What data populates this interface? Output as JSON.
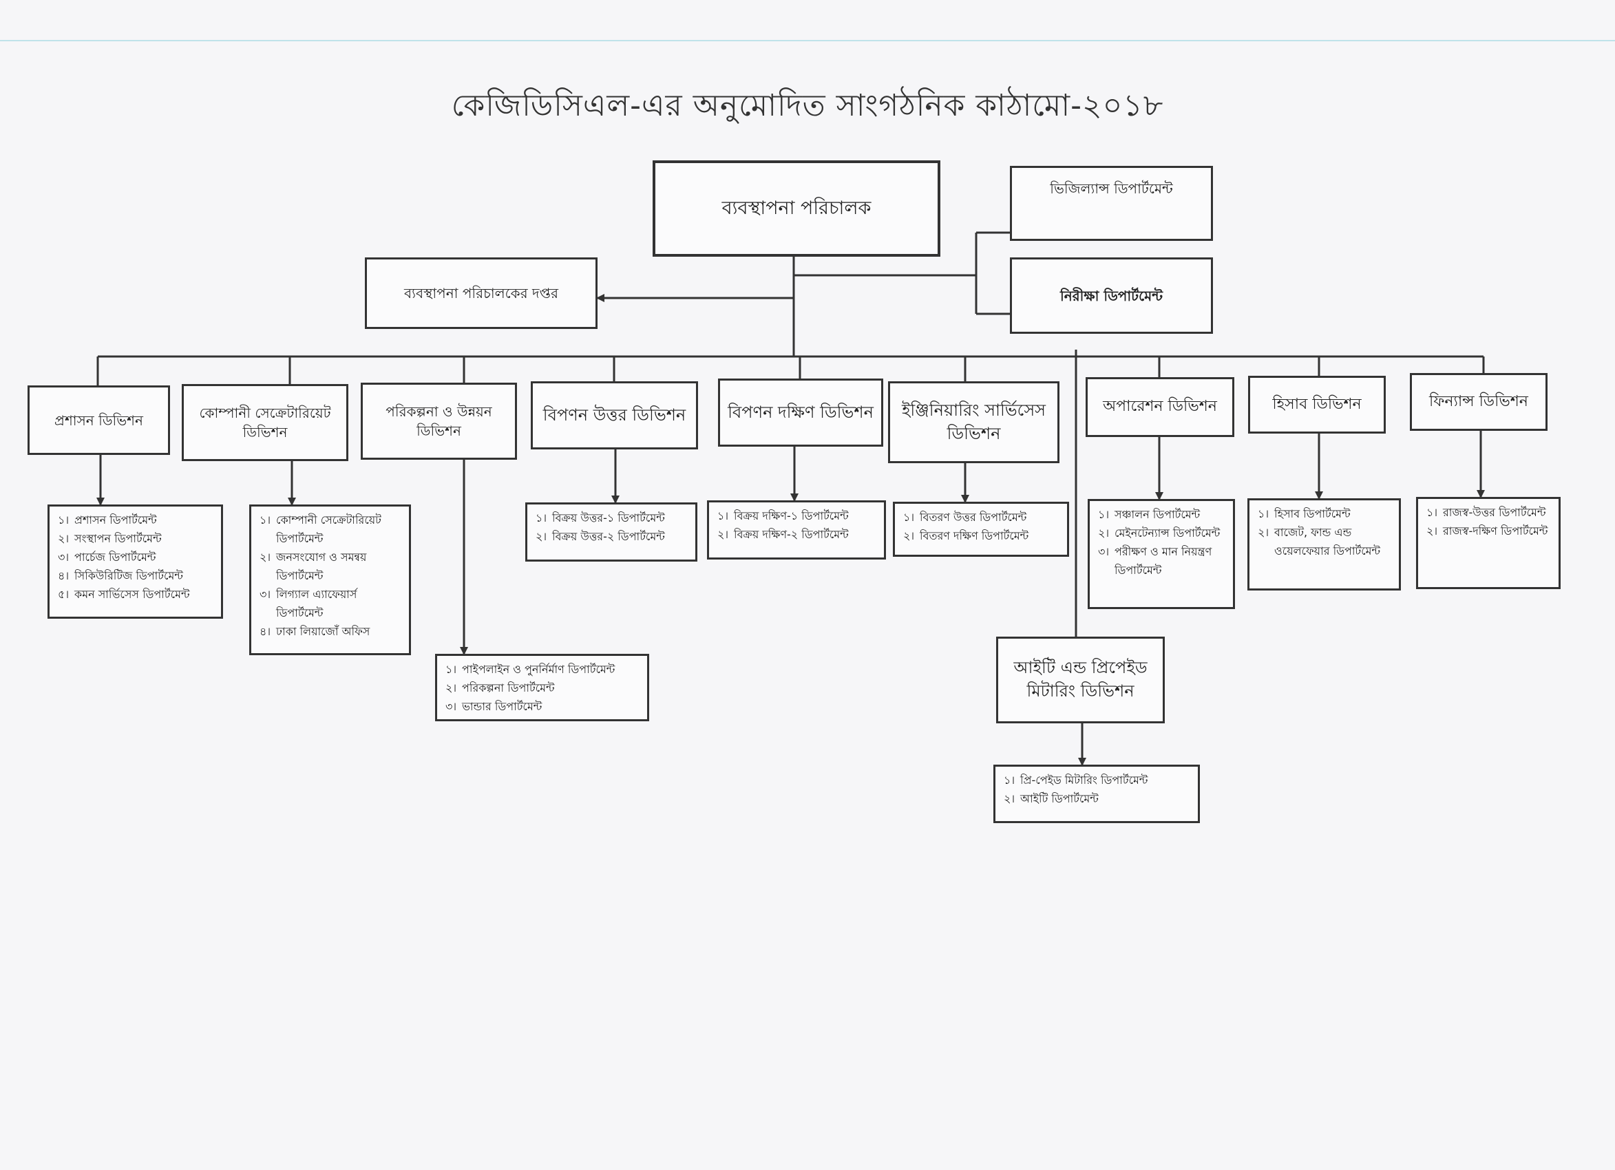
{
  "title": "কেজিডিসিএল-এর অনুমোদিত সাংগঠনিক কাঠামো-২০১৮",
  "managing_director": "ব্যবস্থাপনা পরিচালক",
  "md_office": "ব্যবস্থাপনা পরিচালকের দপ্তর",
  "vigilance": "ভিজিল্যান্স ডিপার্টমেন্ট",
  "audit": "নিরীক্ষা ডিপার্টমেন্ট",
  "divisions": [
    {
      "name": "প্রশাসন ডিভিশন",
      "departments": [
        {
          "num": "১।",
          "text": "প্রশাসন ডিপার্টমেন্ট"
        },
        {
          "num": "২।",
          "text": "সংস্থাপন ডিপার্টমেন্ট"
        },
        {
          "num": "৩।",
          "text": "পার্চেজ ডিপার্টমেন্ট"
        },
        {
          "num": "৪।",
          "text": "সিকিউরিটিজ ডিপার্টমেন্ট"
        },
        {
          "num": "৫।",
          "text": "কমন সার্ভিসেস ডিপার্টমেন্ট"
        }
      ]
    },
    {
      "name": "কোম্পানী সেক্রেটারিয়েট ডিভিশন",
      "departments": [
        {
          "num": "১।",
          "text": "কোম্পানী সেক্রেটারিয়েট ডিপার্টমেন্ট"
        },
        {
          "num": "২।",
          "text": "জনসংযোগ ও সমন্বয় ডিপার্টমেন্ট"
        },
        {
          "num": "৩।",
          "text": "লিগ্যাল এ্যাফেয়ার্স ডিপার্টমেন্ট"
        },
        {
          "num": "৪।",
          "text": "ঢাকা লিয়াজোঁ অফিস"
        }
      ]
    },
    {
      "name": "পরিকল্পনা ও উন্নয়ন ডিভিশন",
      "departments": [
        {
          "num": "১।",
          "text": "পাইপলাইন ও পুনর্নির্মাণ ডিপার্টমেন্ট"
        },
        {
          "num": "২।",
          "text": "পরিকল্পনা ডিপার্টমেন্ট"
        },
        {
          "num": "৩।",
          "text": "ভান্ডার ডিপার্টমেন্ট"
        }
      ]
    },
    {
      "name": "বিপণন উত্তর ডিভিশন",
      "departments": [
        {
          "num": "১।",
          "text": "বিক্রয় উত্তর-১ ডিপার্টমেন্ট"
        },
        {
          "num": "২।",
          "text": "বিক্রয় উত্তর-২ ডিপার্টমেন্ট"
        }
      ]
    },
    {
      "name": "বিপণন দক্ষিণ ডিভিশন",
      "departments": [
        {
          "num": "১।",
          "text": "বিক্রয় দক্ষিণ-১ ডিপার্টমেন্ট"
        },
        {
          "num": "২।",
          "text": "বিক্রয় দক্ষিণ-২ ডিপার্টমেন্ট"
        }
      ]
    },
    {
      "name": "ইঞ্জিনিয়ারিং সার্ভিসেস ডিভিশন",
      "departments": [
        {
          "num": "১।",
          "text": "বিতরণ উত্তর ডিপার্টমেন্ট"
        },
        {
          "num": "২।",
          "text": "বিতরণ দক্ষিণ ডিপার্টমেন্ট"
        }
      ]
    },
    {
      "name": "অপারেশন ডিভিশন",
      "departments": [
        {
          "num": "১।",
          "text": "সঞ্চালন ডিপার্টমেন্ট"
        },
        {
          "num": "২।",
          "text": "মেইনটেন্যান্স ডিপার্টমেন্ট"
        },
        {
          "num": "৩।",
          "text": "পরীক্ষণ ও মান নিয়ন্ত্রণ ডিপার্টমেন্ট"
        }
      ]
    },
    {
      "name": "হিসাব ডিভিশন",
      "departments": [
        {
          "num": "১।",
          "text": "হিসাব ডিপার্টমেন্ট"
        },
        {
          "num": "২।",
          "text": "বাজেট, ফান্ড এন্ড ওয়েলফেয়ার ডিপার্টমেন্ট"
        }
      ]
    },
    {
      "name": "ফিন্যান্স ডিভিশন",
      "departments": [
        {
          "num": "১।",
          "text": "রাজস্ব-উত্তর ডিপার্টমেন্ট"
        },
        {
          "num": "২।",
          "text": "রাজস্ব-দক্ষিণ ডিপার্টমেন্ট"
        }
      ]
    },
    {
      "name": "আইটি এন্ড প্রিপেইড মিটারিং ডিভিশন",
      "departments": [
        {
          "num": "১।",
          "text": "প্রি-পেইড মিটারিং ডিপার্টমেন্ট"
        },
        {
          "num": "২।",
          "text": "আইটি ডিপার্টমেন্ট"
        }
      ]
    }
  ]
}
